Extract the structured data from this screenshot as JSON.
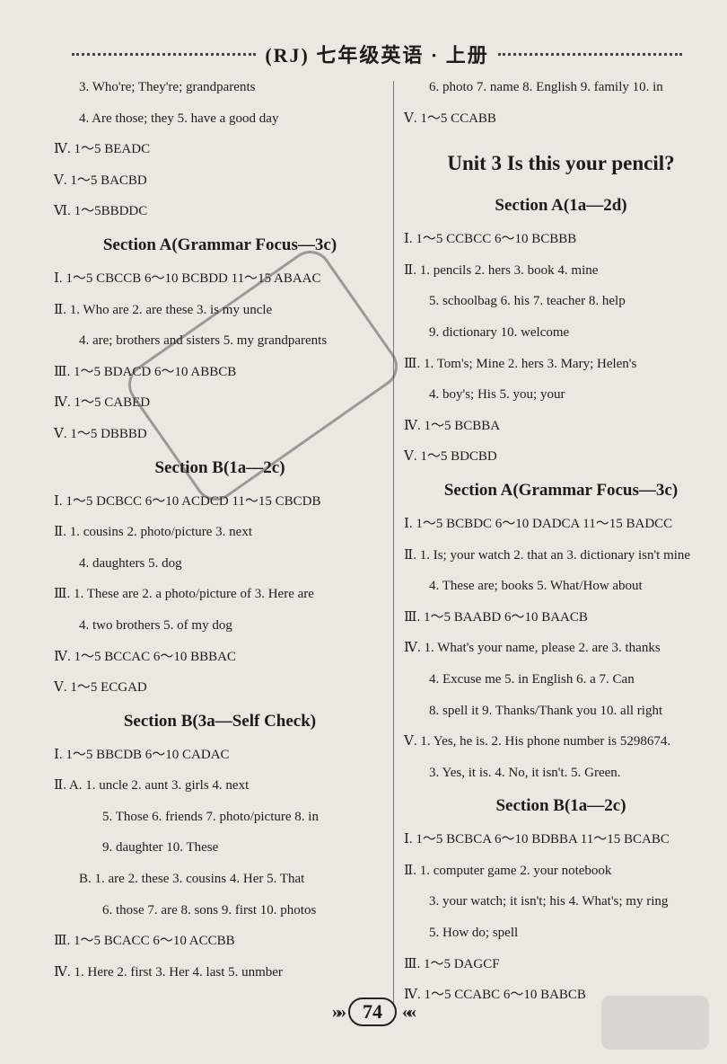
{
  "header": {
    "title": "(RJ) 七年级英语 · 上册"
  },
  "left": [
    {
      "t": "line",
      "c": "ind",
      "text": "3. Who're; They're; grandparents"
    },
    {
      "t": "line",
      "c": "ind",
      "text": "4. Are those; they   5. have a good day"
    },
    {
      "t": "line",
      "c": "",
      "text": "Ⅳ. 1～5 BEADC"
    },
    {
      "t": "line",
      "c": "",
      "text": "Ⅴ. 1～5 BACBD"
    },
    {
      "t": "line",
      "c": "",
      "text": "Ⅵ. 1～5BBDDC"
    },
    {
      "t": "sec",
      "c": "",
      "text": "Section A(Grammar Focus—3c)"
    },
    {
      "t": "line",
      "c": "",
      "text": "Ⅰ. 1～5 CBCCB   6～10 BCBDD   11～15 ABAAC"
    },
    {
      "t": "line",
      "c": "",
      "text": "Ⅱ. 1. Who are   2. are these   3. is my uncle"
    },
    {
      "t": "line",
      "c": "ind",
      "text": "4. are; brothers and sisters   5. my grandparents"
    },
    {
      "t": "line",
      "c": "",
      "text": "Ⅲ. 1～5 BDACD   6～10 ABBCB"
    },
    {
      "t": "line",
      "c": "",
      "text": "Ⅳ. 1～5 CABED"
    },
    {
      "t": "line",
      "c": "",
      "text": "Ⅴ. 1～5 DBBBD"
    },
    {
      "t": "sec",
      "c": "",
      "text": "Section B(1a—2c)"
    },
    {
      "t": "line",
      "c": "",
      "text": "Ⅰ. 1～5 DCBCC   6～10 ACDCD   11～15 CBCDB"
    },
    {
      "t": "line",
      "c": "",
      "text": "Ⅱ. 1. cousins   2. photo/picture   3. next"
    },
    {
      "t": "line",
      "c": "ind",
      "text": "4. daughters   5. dog"
    },
    {
      "t": "line",
      "c": "",
      "text": "Ⅲ. 1. These are   2. a photo/picture of   3. Here are"
    },
    {
      "t": "line",
      "c": "ind",
      "text": "4. two brothers   5. of my dog"
    },
    {
      "t": "line",
      "c": "",
      "text": "Ⅳ. 1～5 BCCAC   6～10 BBBAC"
    },
    {
      "t": "line",
      "c": "",
      "text": "Ⅴ. 1～5 ECGAD"
    },
    {
      "t": "sec",
      "c": "",
      "text": "Section B(3a—Self Check)"
    },
    {
      "t": "line",
      "c": "",
      "text": "Ⅰ. 1～5 BBCDB   6～10 CADAC"
    },
    {
      "t": "line",
      "c": "",
      "text": "Ⅱ. A. 1. uncle   2. aunt   3. girls   4. next"
    },
    {
      "t": "line",
      "c": "ind2",
      "text": "5. Those   6. friends   7. photo/picture   8. in"
    },
    {
      "t": "line",
      "c": "ind2",
      "text": "9. daughter   10. These"
    },
    {
      "t": "line",
      "c": "ind",
      "text": "B. 1. are   2. these   3. cousins   4. Her   5. That"
    },
    {
      "t": "line",
      "c": "ind2",
      "text": "6. those   7. are   8. sons   9. first   10. photos"
    },
    {
      "t": "line",
      "c": "",
      "text": "Ⅲ. 1～5 BCACC   6～10 ACCBB"
    },
    {
      "t": "line",
      "c": "",
      "text": "Ⅳ. 1. Here   2. first   3. Her   4. last   5. unmber"
    }
  ],
  "right": [
    {
      "t": "line",
      "c": "ind",
      "text": "6. photo   7. name   8. English   9. family   10. in"
    },
    {
      "t": "line",
      "c": "",
      "text": "Ⅴ. 1～5 CCABB"
    },
    {
      "t": "unit",
      "c": "",
      "text": "Unit 3    Is this your pencil?"
    },
    {
      "t": "sec",
      "c": "",
      "text": "Section A(1a—2d)"
    },
    {
      "t": "line",
      "c": "",
      "text": "Ⅰ. 1～5 CCBCC   6～10 BCBBB"
    },
    {
      "t": "line",
      "c": "",
      "text": "Ⅱ. 1. pencils   2. hers   3. book   4. mine"
    },
    {
      "t": "line",
      "c": "ind",
      "text": "5. schoolbag   6. his   7. teacher   8. help"
    },
    {
      "t": "line",
      "c": "ind",
      "text": "9. dictionary   10. welcome"
    },
    {
      "t": "line",
      "c": "",
      "text": "Ⅲ. 1. Tom's; Mine   2. hers   3. Mary; Helen's"
    },
    {
      "t": "line",
      "c": "ind",
      "text": "4. boy's; His   5. you; your"
    },
    {
      "t": "line",
      "c": "",
      "text": "Ⅳ. 1～5 BCBBA"
    },
    {
      "t": "line",
      "c": "",
      "text": "Ⅴ. 1～5 BDCBD"
    },
    {
      "t": "sec",
      "c": "",
      "text": "Section A(Grammar Focus—3c)"
    },
    {
      "t": "line",
      "c": "",
      "text": "Ⅰ. 1～5 BCBDC   6～10 DADCA   11～15 BADCC"
    },
    {
      "t": "line",
      "c": "",
      "text": "Ⅱ. 1. Is; your watch   2. that an   3. dictionary isn't mine"
    },
    {
      "t": "line",
      "c": "ind",
      "text": "4. These are; books   5. What/How about"
    },
    {
      "t": "line",
      "c": "",
      "text": "Ⅲ. 1～5 BAABD   6～10 BAACB"
    },
    {
      "t": "line",
      "c": "",
      "text": "Ⅳ. 1. What's your name, please   2. are   3. thanks"
    },
    {
      "t": "line",
      "c": "ind",
      "text": "4. Excuse me   5. in English   6. a   7. Can"
    },
    {
      "t": "line",
      "c": "ind",
      "text": "8. spell it   9. Thanks/Thank you   10. all right"
    },
    {
      "t": "line",
      "c": "",
      "text": "Ⅴ. 1. Yes, he is.   2. His phone number is 5298674."
    },
    {
      "t": "line",
      "c": "ind",
      "text": "3. Yes, it is.   4. No, it isn't.   5. Green."
    },
    {
      "t": "sec",
      "c": "",
      "text": "Section B(1a—2c)"
    },
    {
      "t": "line",
      "c": "",
      "text": "Ⅰ. 1～5 BCBCA   6～10 BDBBA   11～15 BCABC"
    },
    {
      "t": "line",
      "c": "",
      "text": "Ⅱ. 1. computer game   2. your notebook"
    },
    {
      "t": "line",
      "c": "ind",
      "text": "3. your watch; it isn't; his   4. What's; my ring"
    },
    {
      "t": "line",
      "c": "ind",
      "text": "5. How do; spell"
    },
    {
      "t": "line",
      "c": "",
      "text": "Ⅲ. 1～5 DAGCF"
    },
    {
      "t": "line",
      "c": "",
      "text": "Ⅳ. 1～5 CCABC   6～10 BABCB"
    }
  ],
  "footer": {
    "page_number": "74",
    "left_chevrons": "»»",
    "right_chevrons": "««"
  }
}
